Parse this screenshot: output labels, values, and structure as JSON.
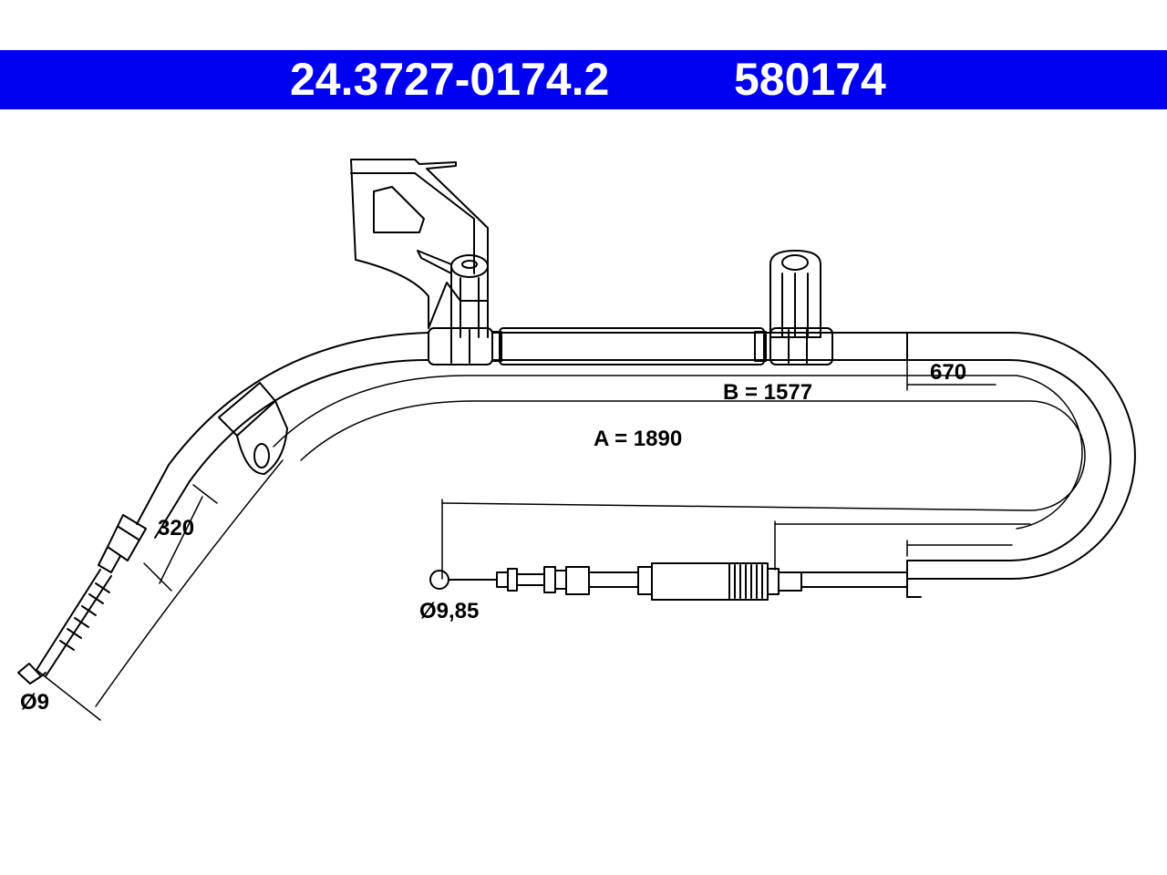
{
  "header": {
    "part_number": "24.3727-0174.2",
    "reference_number": "580174"
  },
  "dimensions": {
    "a_label": "A = 1890",
    "b_label": "B = 1577",
    "d670_label": "670",
    "d320_label": "320",
    "dia_end_label": "Ø9",
    "dia_nipple_label": "Ø9,85"
  },
  "colors": {
    "header_bg": "#0000f0",
    "header_text": "#ffffff",
    "line": "#000000"
  }
}
